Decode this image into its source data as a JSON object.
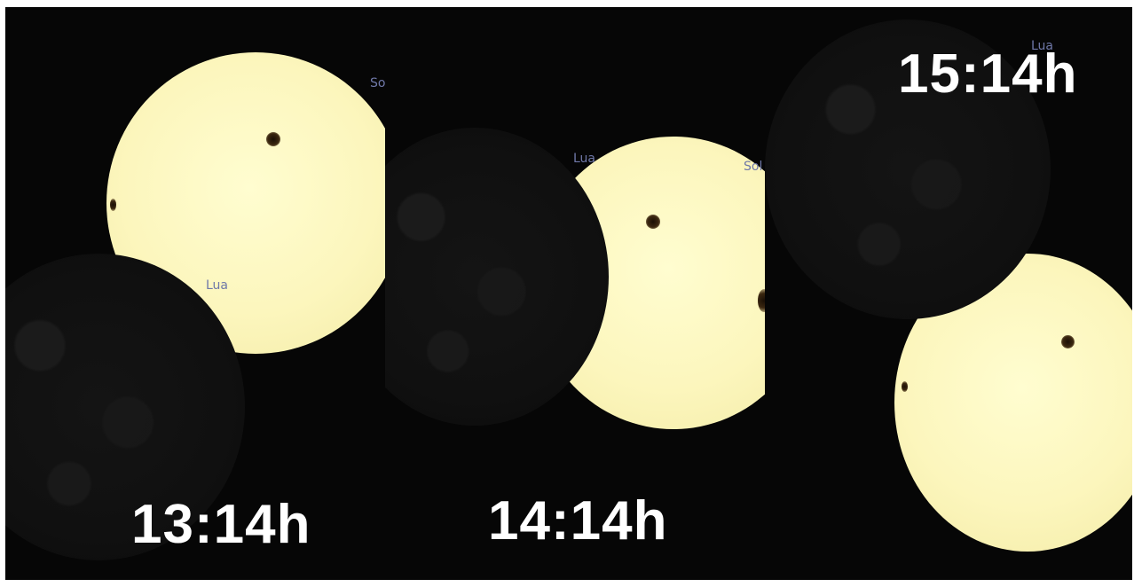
{
  "panels": [
    {
      "time_label": "13:14h",
      "moon_label": "Lua",
      "sun_label": "Sol"
    },
    {
      "time_label": "14:14h",
      "moon_label": "Lua",
      "sun_label": "Sol"
    },
    {
      "time_label": "15:14h",
      "moon_label": "Lua",
      "sun_label": ""
    }
  ],
  "colors": {
    "sky": "#060606",
    "sun": "#fcf6bd",
    "moon": "#101010",
    "label": "#6f78a8",
    "time_text": "#ffffff"
  }
}
